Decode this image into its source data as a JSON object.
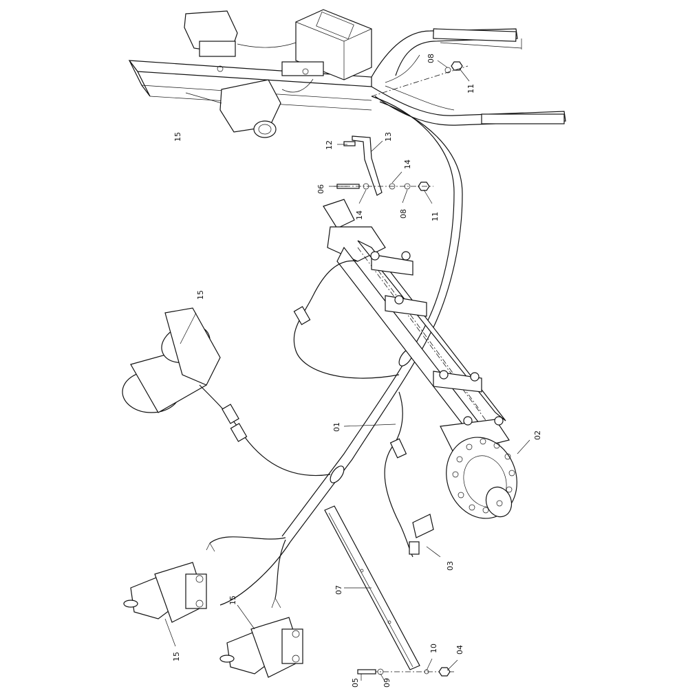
{
  "callouts": [
    {
      "id": "c01",
      "text": "01"
    },
    {
      "id": "c02",
      "text": "02"
    },
    {
      "id": "c03",
      "text": "03"
    },
    {
      "id": "c04",
      "text": "04"
    },
    {
      "id": "c05",
      "text": "05"
    },
    {
      "id": "c06",
      "text": "06"
    },
    {
      "id": "c07",
      "text": "07"
    },
    {
      "id": "c08a",
      "text": "08"
    },
    {
      "id": "c08b",
      "text": "08"
    },
    {
      "id": "c09",
      "text": "09"
    },
    {
      "id": "c10",
      "text": "10"
    },
    {
      "id": "c11a",
      "text": "11"
    },
    {
      "id": "c11b",
      "text": "11"
    },
    {
      "id": "c12",
      "text": "12"
    },
    {
      "id": "c13",
      "text": "13"
    },
    {
      "id": "c14a",
      "text": "14"
    },
    {
      "id": "c14b",
      "text": "14"
    },
    {
      "id": "c15a",
      "text": "15"
    },
    {
      "id": "c15b",
      "text": "15"
    },
    {
      "id": "c15c",
      "text": "15"
    },
    {
      "id": "c15d",
      "text": "15"
    }
  ]
}
